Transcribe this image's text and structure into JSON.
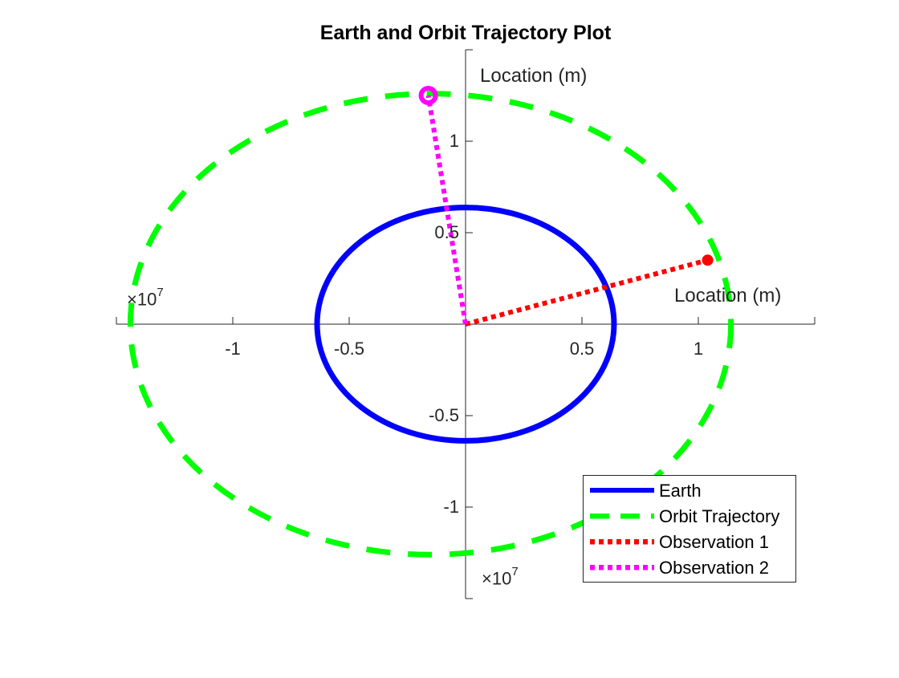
{
  "chart_data": {
    "type": "line",
    "title": "Earth and Orbit Trajectory Plot",
    "xlabel": "Location (m)",
    "ylabel": "Location (m)",
    "x_exponent_base": "×10",
    "x_exponent_power": "7",
    "y_exponent_base": "×10",
    "y_exponent_power": "7",
    "xlim": [
      -1.5,
      1.5
    ],
    "ylim": [
      -1.5,
      1.5
    ],
    "xticks": [
      -1,
      -0.5,
      0.5,
      1
    ],
    "xtick_labels": [
      "-1",
      "-0.5",
      "0.5",
      "1"
    ],
    "yticks": [
      1,
      0.5,
      -0.5,
      -1
    ],
    "ytick_labels": [
      "1",
      "0.5",
      "-0.5",
      "-1"
    ],
    "axes_location": "origin",
    "grid": false,
    "legend_position": "bottom-right",
    "series": [
      {
        "name": "Earth",
        "shape": "circle",
        "center": [
          0,
          0
        ],
        "rx": 0.6378,
        "ry": 0.6378,
        "color": "#0000ff",
        "style": "solid"
      },
      {
        "name": "Orbit Trajectory",
        "shape": "ellipse",
        "center": [
          -0.15,
          0
        ],
        "rx": 1.29,
        "ry": 1.26,
        "color": "#00ff00",
        "style": "dashed"
      },
      {
        "name": "Observation 1",
        "points": [
          [
            0,
            0
          ],
          [
            1.04,
            0.35
          ]
        ],
        "color": "#ff0000",
        "style": "dotted",
        "end_marker": "dot"
      },
      {
        "name": "Observation 2",
        "points": [
          [
            0,
            0
          ],
          [
            -0.16,
            1.25
          ]
        ],
        "color": "#ff00ff",
        "style": "dotted",
        "end_marker": "circle"
      }
    ]
  }
}
